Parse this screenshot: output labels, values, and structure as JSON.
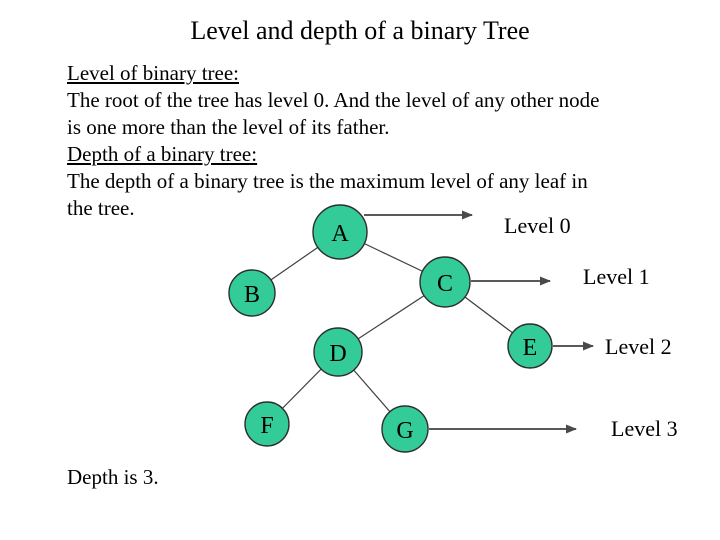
{
  "slide": {
    "title": "Level and depth of a binary Tree",
    "body_lines": [
      "Level of binary tree:",
      "The root of the tree has level 0. And the level of any other node",
      "is one more than the level of its father.",
      "Depth of a binary tree:",
      "The depth of a binary tree is the maximum level of any leaf in",
      "the tree."
    ],
    "depth_note": "Depth is 3."
  },
  "tree": {
    "node_color": "#33CC99",
    "nodes": [
      {
        "label": "A",
        "level": 0
      },
      {
        "label": "B",
        "level": 1
      },
      {
        "label": "C",
        "level": 1
      },
      {
        "label": "D",
        "level": 2
      },
      {
        "label": "E",
        "level": 2
      },
      {
        "label": "F",
        "level": 3
      },
      {
        "label": "G",
        "level": 3
      }
    ],
    "edges": [
      [
        "A",
        "B"
      ],
      [
        "A",
        "C"
      ],
      [
        "C",
        "D"
      ],
      [
        "C",
        "E"
      ],
      [
        "D",
        "F"
      ],
      [
        "D",
        "G"
      ]
    ],
    "levels": [
      {
        "label": "Level 0"
      },
      {
        "label": "Level 1"
      },
      {
        "label": "Level 2"
      },
      {
        "label": "Level 3"
      }
    ]
  }
}
